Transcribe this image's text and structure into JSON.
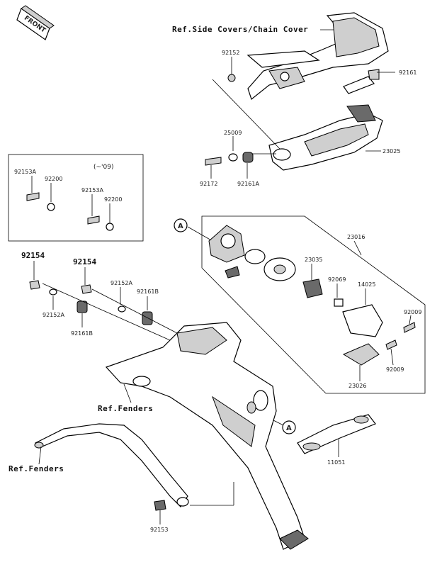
{
  "front_marker": "FRONT",
  "callout_letter": "A",
  "year_note": "(~'09)",
  "refs": {
    "side_covers": "Ref.Side Covers/Chain Cover",
    "fenders_1": "Ref.Fenders",
    "fenders_2": "Ref.Fenders"
  },
  "parts": {
    "p92152_top": "92152",
    "p92161_top": "92161",
    "p25009": "25009",
    "p23025": "23025",
    "p92172": "92172",
    "p92161A": "92161A",
    "inset_92153A_1": "92153A",
    "inset_92200_1": "92200",
    "inset_92153A_2": "92153A",
    "inset_92200_2": "92200",
    "p92154_1": "92154",
    "p92154_2": "92154",
    "p92152A_1": "92152A",
    "p92161B_1": "92161B",
    "p92152A_2": "92152A",
    "p92161B_2": "92161B",
    "p23016": "23016",
    "p23035": "23035",
    "p92069": "92069",
    "p14025": "14025",
    "p92009_1": "92009",
    "p92009_2": "92009",
    "p23026": "23026",
    "p11051": "11051",
    "p92153": "92153"
  }
}
